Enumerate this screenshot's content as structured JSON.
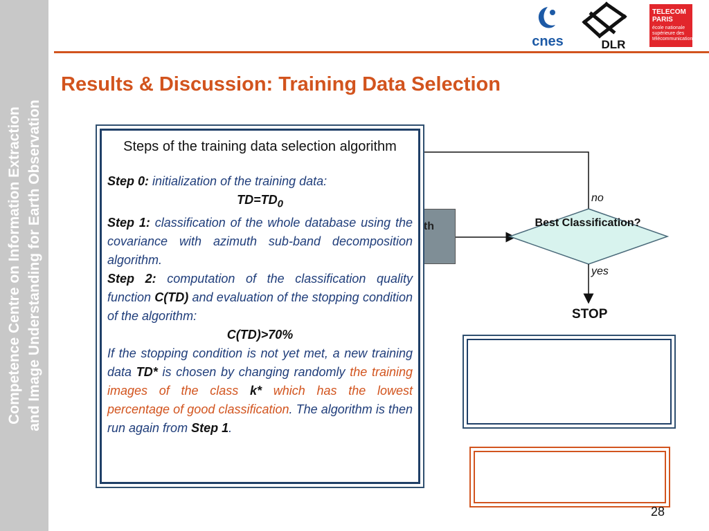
{
  "sidebar": {
    "line1": "Competence Centre on Information Extraction",
    "line2": "and Image Understanding for Earth Observation"
  },
  "logos": {
    "cnes": "cnes",
    "dlr": "DLR",
    "telecom_line1": "TELECOM",
    "telecom_line2": "PARIS",
    "telecom_line3": "école nationale supérieure des télécommunications"
  },
  "slide": {
    "title": "Results & Discussion: Training Data Selection",
    "page_number": "28"
  },
  "flowchart": {
    "gray_box_label": "th",
    "decision": "Best Classification?",
    "no_label": "no",
    "yes_label": "yes",
    "stop_label": "STOP"
  },
  "steps": {
    "heading": "Steps of the training data selection algorithm",
    "step0_label": "Step 0:",
    "step0_text": " initialization of the training data:",
    "td_eq": "TD=TD",
    "td_sub": "0",
    "step1_label": "Step 1:",
    "step1_text": " classification of the whole database using the covariance with azimuth sub-band decomposition algorithm.",
    "step2_label": "Step 2:",
    "step2_text1": " computation of the classification quality function ",
    "ctd": "C(TD)",
    "step2_text2": " and evaluation of the stopping condition of the algorithm:",
    "condition": "C(TD)>70%",
    "if_text1": "If the stopping condition is not yet met, a new training data ",
    "td_star": "TD*",
    "if_text2": " is chosen by changing randomly ",
    "orange_text1": "the training images of the class ",
    "k_star": "k*",
    "orange_text2": " which has the lowest percentage of good classification",
    "if_text3": ". The algorithm is then run again from ",
    "step1_ref": "Step 1",
    "if_text4": "."
  },
  "colors": {
    "accent": "#d2541e",
    "panel_border": "#1f3f67",
    "body_text": "#1f3d7a",
    "diamond_fill": "#d8f3ee",
    "sidebar": "#c8c8c8"
  }
}
